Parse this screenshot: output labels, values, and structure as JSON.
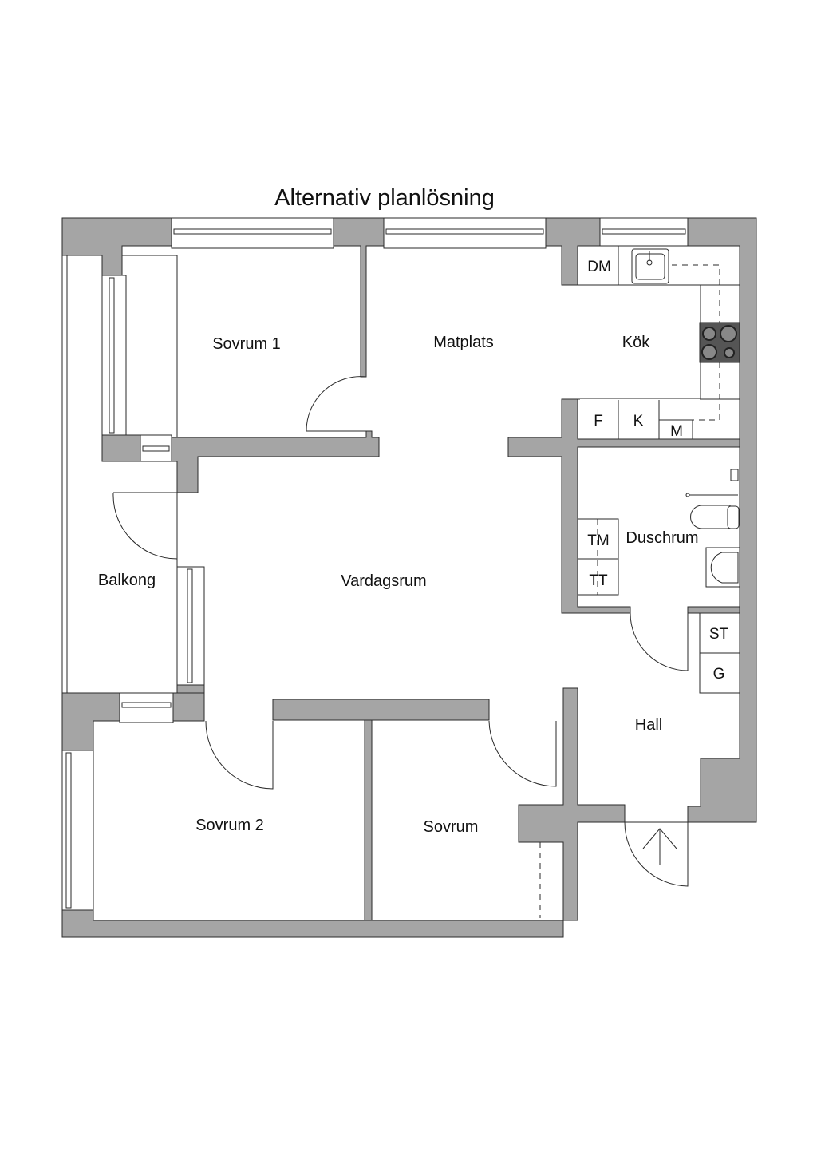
{
  "title": "Alternativ planlösning",
  "rooms": {
    "sovrum1": "Sovrum 1",
    "matplats": "Matplats",
    "kok": "Kök",
    "balkong": "Balkong",
    "vardagsrum": "Vardagsrum",
    "duschrum": "Duschrum",
    "hall": "Hall",
    "sovrum2": "Sovrum 2",
    "sovrum": "Sovrum"
  },
  "fixtures": {
    "dm": "DM",
    "f": "F",
    "k": "K",
    "m": "M",
    "tm": "TM",
    "tt": "TT",
    "st": "ST",
    "g": "G"
  },
  "colors": {
    "wall": "#a5a5a5",
    "stove": "#555555",
    "line": "#2a2a2a"
  }
}
